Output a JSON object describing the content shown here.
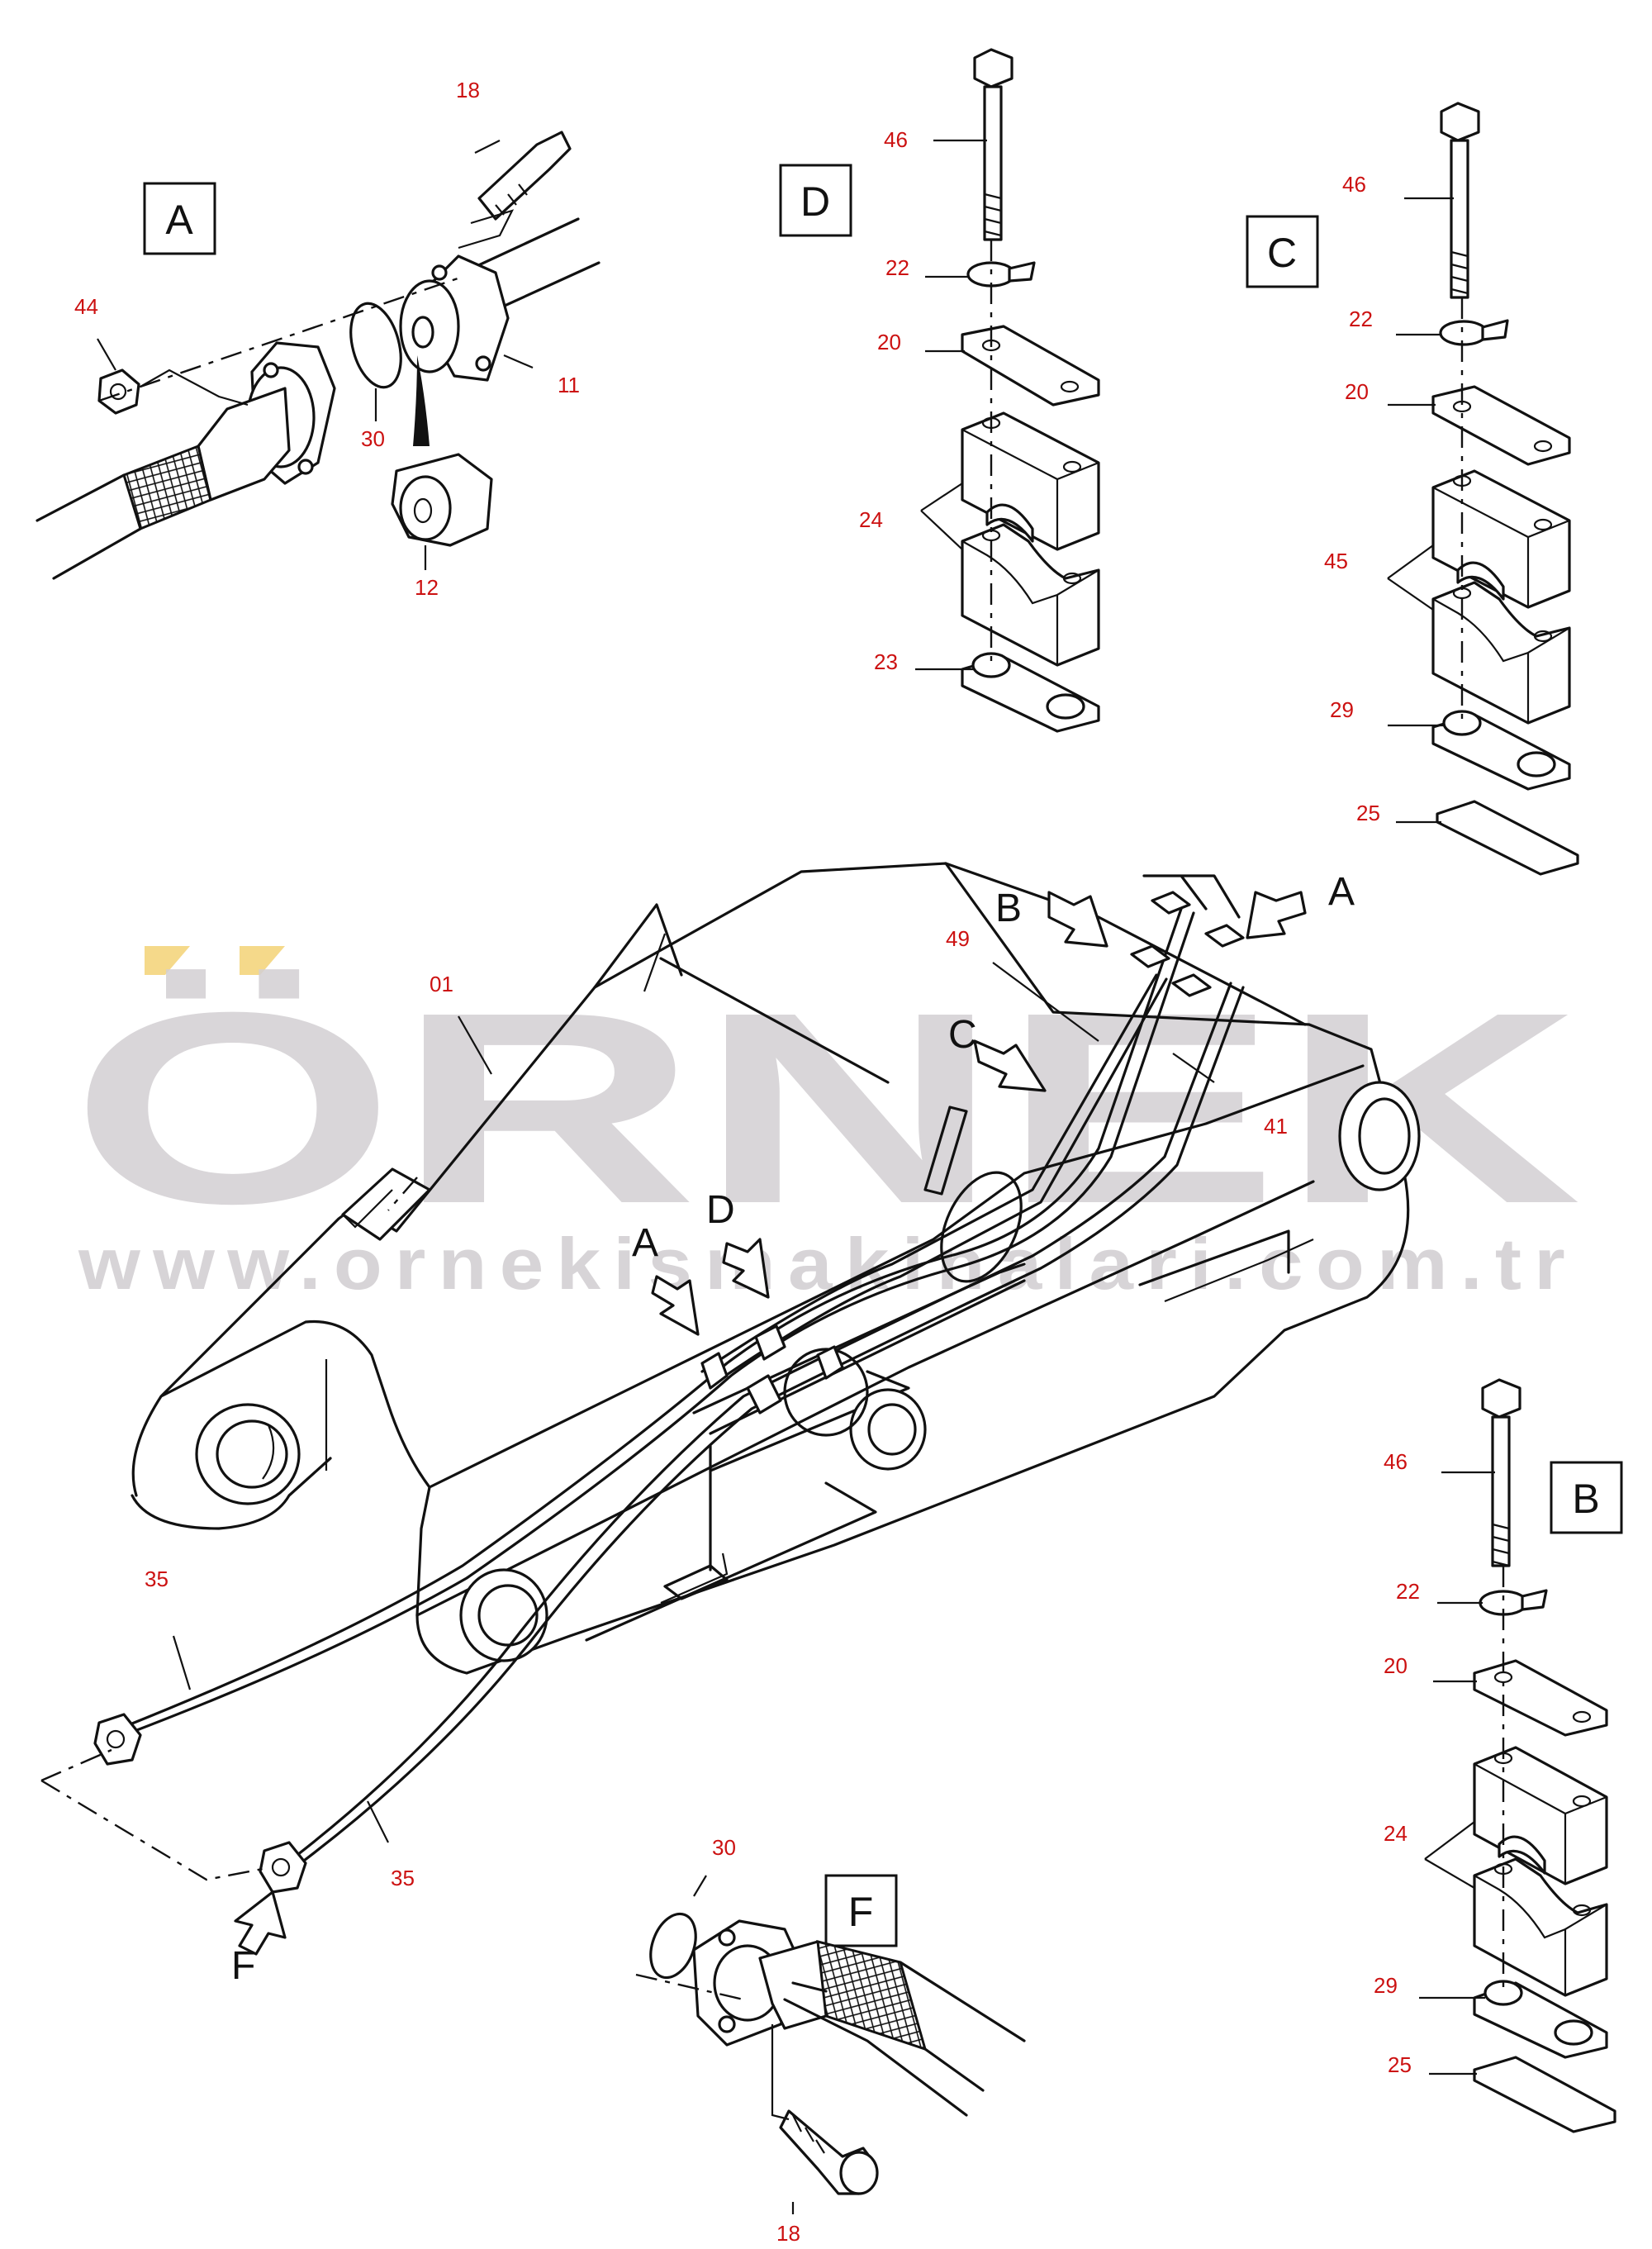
{
  "watermark": {
    "brand": "ÖRNEK",
    "url": "www.ornekismakinalari.com.tr",
    "dots_color": "#f5d98a",
    "text_color": "#d3d0d3"
  },
  "detail_boxes": {
    "A": "A",
    "B": "B",
    "C": "C",
    "D": "D",
    "F": "F"
  },
  "view_arrows": {
    "A_top": "A",
    "B_top": "B",
    "C_mid": "C",
    "A_mid": "A",
    "D_mid": "D",
    "F_bottom": "F"
  },
  "part_numbers": {
    "detailA": {
      "bolt": "18",
      "nut": "44",
      "oring": "30",
      "flange": "11",
      "plug": "12"
    },
    "detailD": {
      "bolt": "46",
      "washer": "22",
      "plate": "20",
      "clamp": "24",
      "spacer": "23"
    },
    "detailC": {
      "bolt": "46",
      "washer": "22",
      "plate": "20",
      "clamp": "45",
      "spacer": "29",
      "pad": "25"
    },
    "detailB": {
      "bolt": "46",
      "washer": "22",
      "plate": "20",
      "clamp": "24",
      "spacer": "29",
      "pad": "25"
    },
    "detailF": {
      "oring": "30",
      "bolt": "18"
    },
    "main": {
      "boom": "01",
      "line49": "49",
      "line41": "41",
      "hose_left": "35",
      "hose_bottom": "35"
    }
  },
  "colors": {
    "label_red": "#cc1111",
    "line": "#111111"
  }
}
